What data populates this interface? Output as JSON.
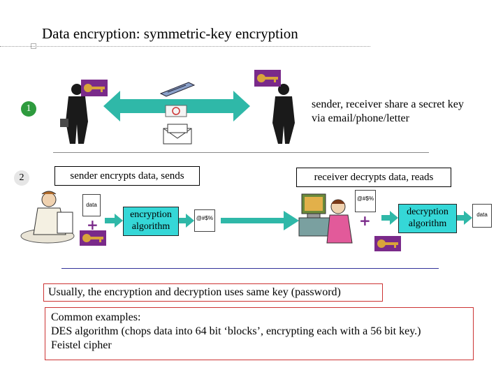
{
  "title": "Data encryption: symmetric-key encryption",
  "steps": [
    {
      "number": "1",
      "color": "#2e9b3e"
    },
    {
      "number": "2",
      "color": "#e6e6e6"
    }
  ],
  "share_note": {
    "line1": "sender, receiver share a secret key",
    "line2": "via email/phone/letter"
  },
  "sender_label": "sender encrypts data, sends",
  "receiver_label": "receiver decrypts data, reads",
  "encryption_box": {
    "line1": "encryption",
    "line2": "algorithm"
  },
  "decryption_box": {
    "line1": "decryption",
    "line2": "algorithm"
  },
  "plaintext_label": "data",
  "ciphertext_label": "@#$%",
  "plus_sign": "+",
  "note_same_key": "Usually, the encryption and decryption uses same key (password)",
  "examples": {
    "heading": "Common examples:",
    "item1": "DES algorithm (chops data into 64 bit ‘blocks’, encrypting each with a 56 bit key.)",
    "item2": "Feistel cipher"
  },
  "colors": {
    "arrow": "#2fb8a8",
    "algorithm_box": "#35d7d7",
    "key": "#d9a43a",
    "key_badge": "#7a2a8a",
    "note_border": "#cc3333"
  },
  "icons": [
    "key-icon",
    "phone-icon",
    "email-icon",
    "letter-icon",
    "person-icon",
    "computer-icon"
  ]
}
